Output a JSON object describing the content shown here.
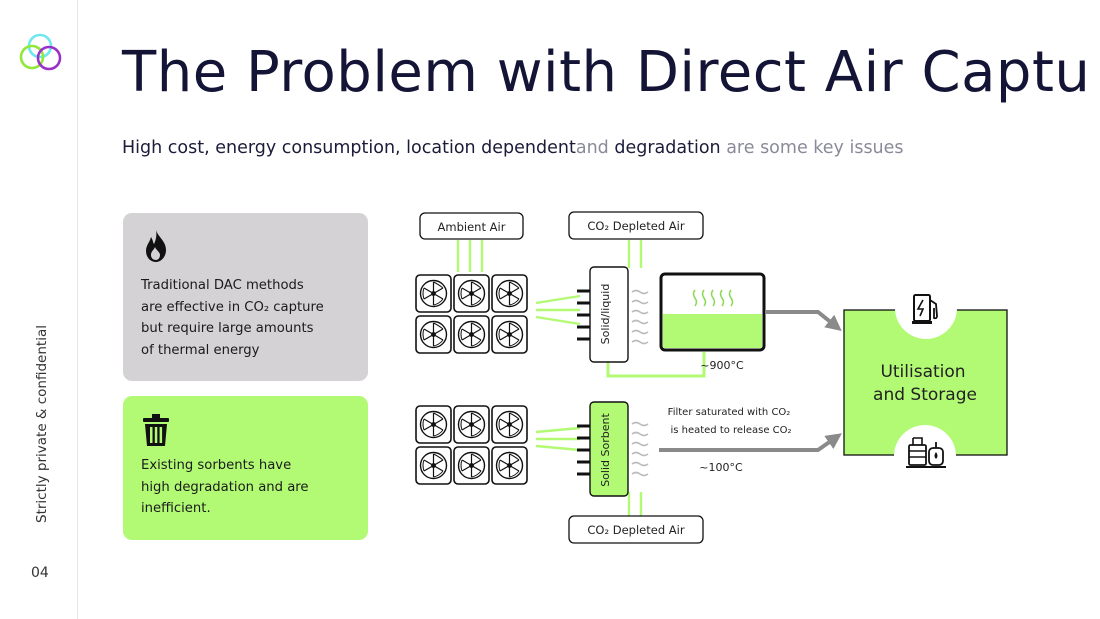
{
  "sidebar": {
    "confidential": "Strictly private & confidential",
    "page_number": "04"
  },
  "header": {
    "title": "The Problem with Direct Air Captu",
    "subtitle_part1": "High cost, energy consumption, location dependent",
    "subtitle_part2": "and",
    "subtitle_part3": " degradation",
    "subtitle_part4": "are some key issues"
  },
  "cards": [
    {
      "icon": "flame-icon",
      "lines": [
        "Traditional DAC methods",
        "are effective in CO₂ capture",
        "but require large amounts",
        "of thermal energy"
      ],
      "color": "#d4d2d4"
    },
    {
      "icon": "trash-icon",
      "lines": [
        "Existing sorbents have",
        "high degradation and are",
        "inefficient."
      ],
      "color": "#b2fa74"
    }
  ],
  "diagram": {
    "ambient_air": "Ambient Air",
    "co2_depleted_top": "CO₂ Depleted Air",
    "co2_depleted_bottom": "CO₂ Depleted Air",
    "solid_liquid_label": "Solid/liquid",
    "solid_sorbent_label": "Solid Sorbent",
    "temp_high": "~900°C",
    "temp_low": "~100°C",
    "filter_note_line1": "Filter saturated with CO₂",
    "filter_note_line2": "is heated to release CO₂",
    "utilisation_line1": "Utilisation",
    "utilisation_line2": "and Storage",
    "accent_green": "#b2fa74",
    "dark": "#111111"
  }
}
